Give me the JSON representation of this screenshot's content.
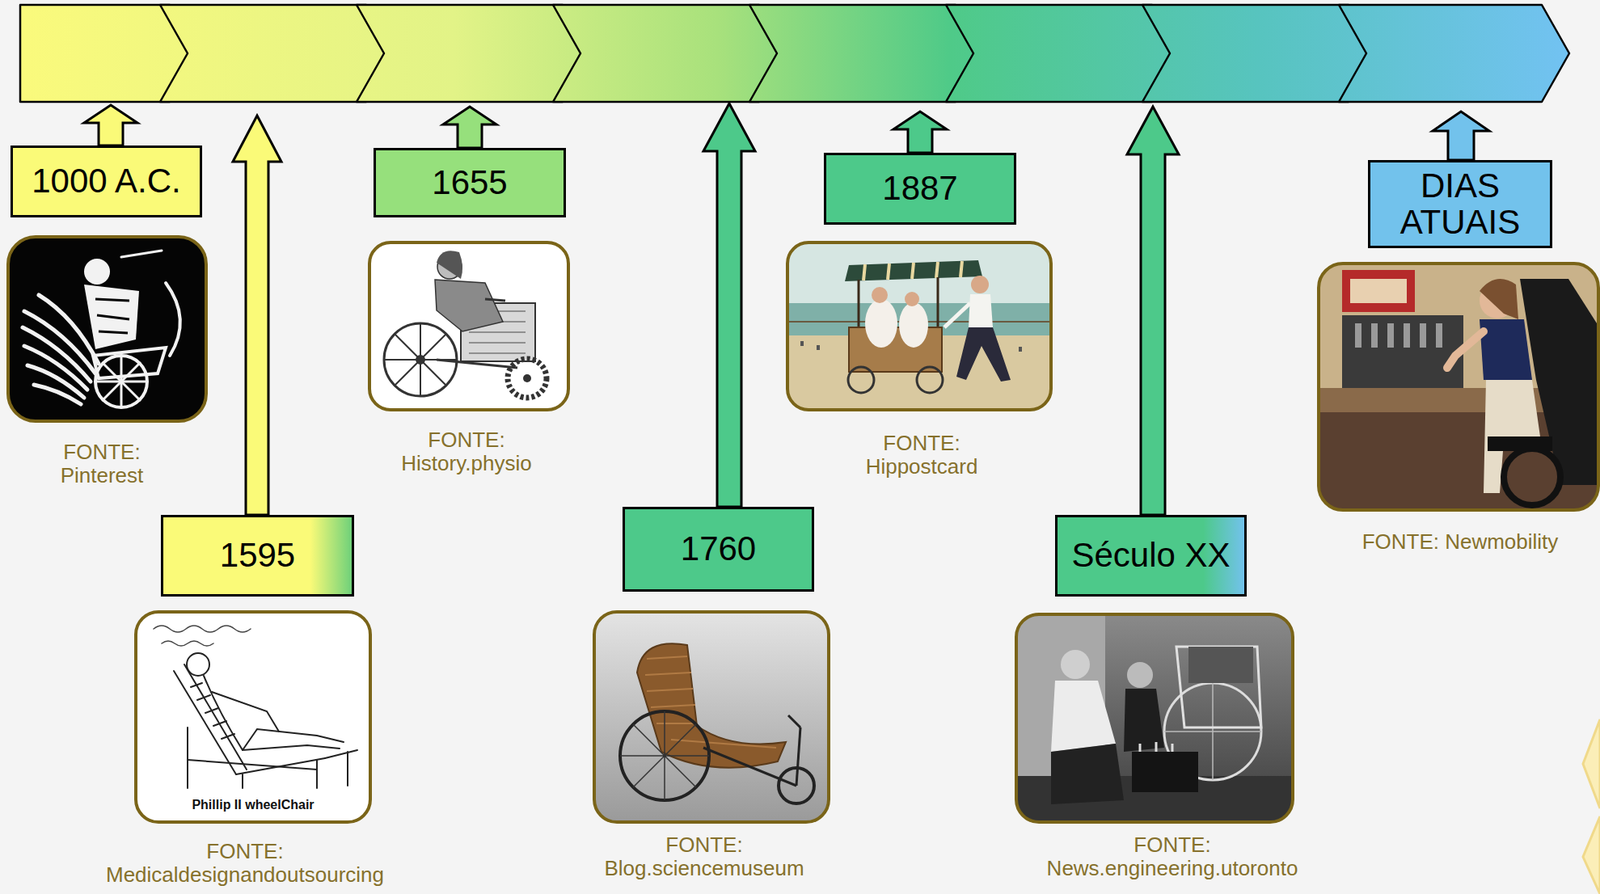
{
  "diagram": {
    "nodes": [
      {
        "text": [
          "1000 A.C."
        ]
      },
      {
        "text": [
          "1595"
        ]
      },
      {
        "text": [
          "1655"
        ]
      },
      {
        "text": [
          "1760"
        ]
      },
      {
        "text": [
          "1887"
        ]
      },
      {
        "text": [
          "Século XX"
        ]
      },
      {
        "text": [
          "DIAS ATUAIS"
        ]
      }
    ],
    "labels": [
      "FONTE: Pinterest",
      "Phillip II wheelChair",
      "FONTE: Medicaldesignandoutsourcing",
      "FONTE: History.physio",
      "FONTE: Blog.sciencemuseum",
      "FONTE: Hippostcard",
      "FONTE: News.engineering.utoronto",
      "FONTE: Newmobility"
    ]
  }
}
